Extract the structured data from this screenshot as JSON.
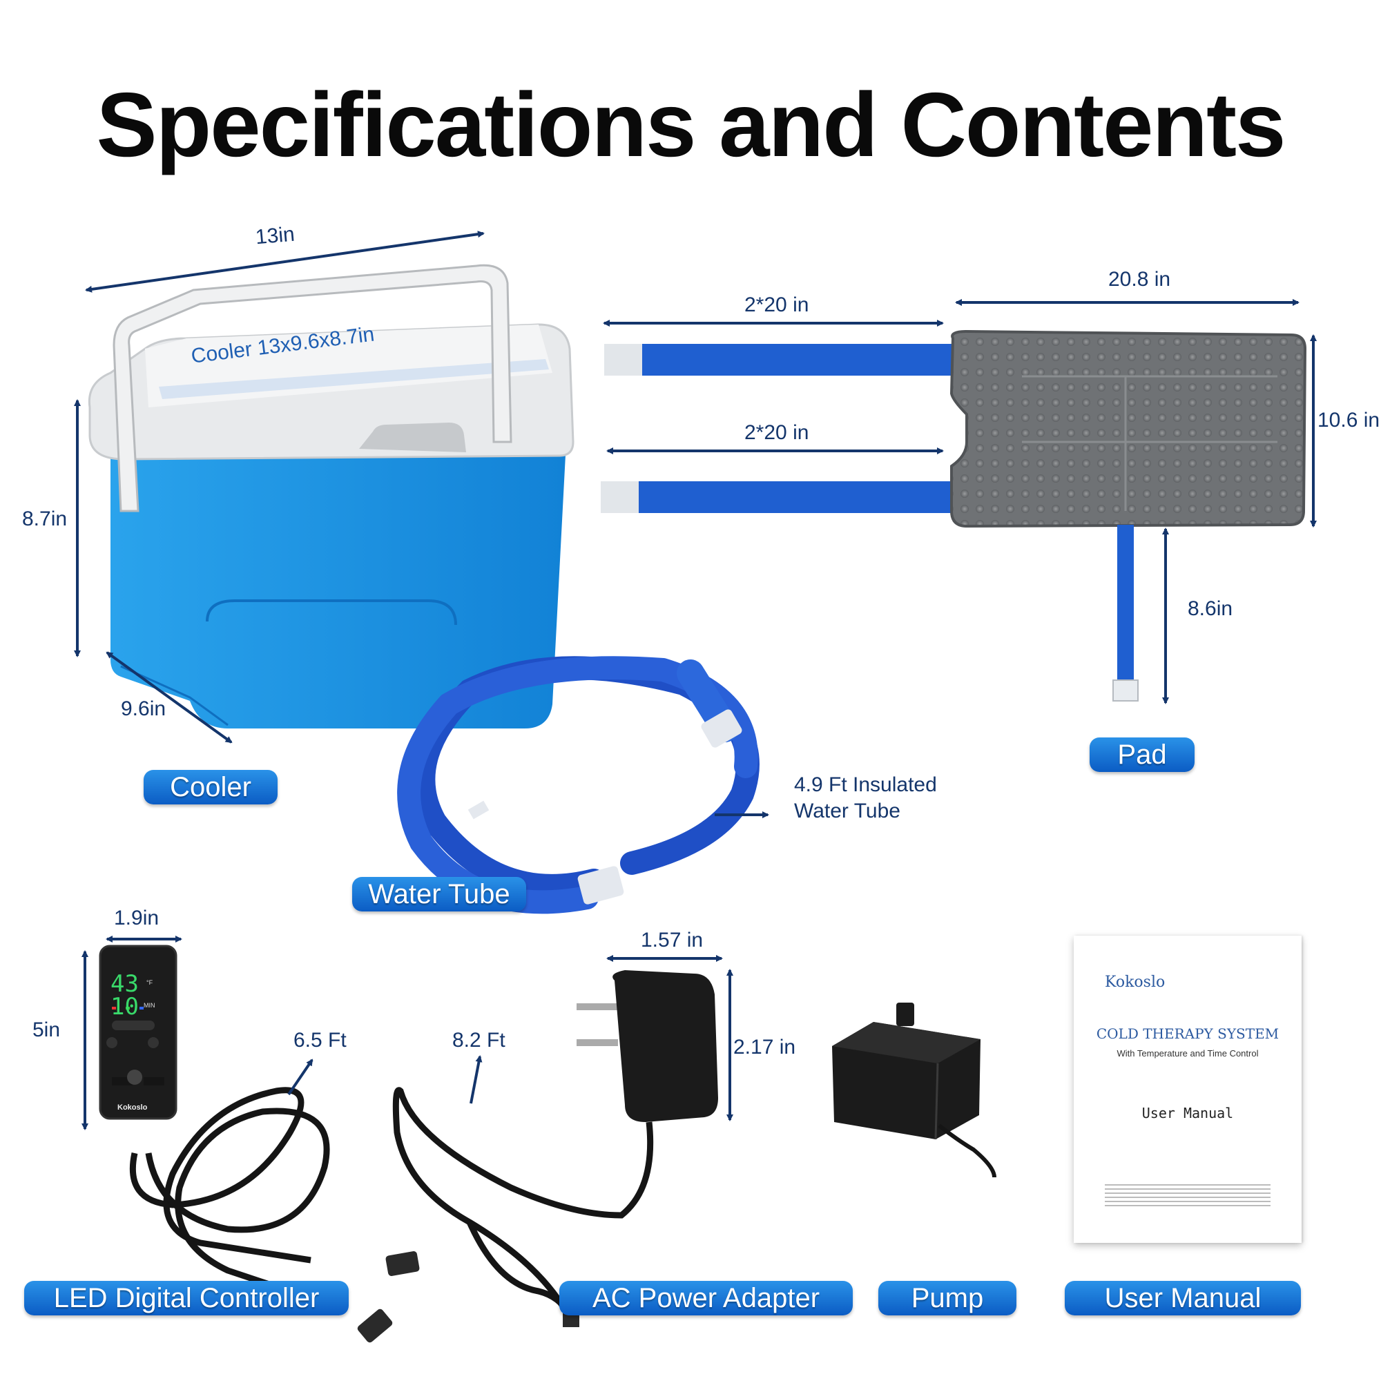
{
  "title": "Specifications and Contents",
  "colors": {
    "accent": "#1b78dc",
    "text": "#14356b",
    "cooler_blue": "#1f93e0",
    "tube_blue": "#1e4fc8",
    "pad_gray": "#6f7275"
  },
  "cooler": {
    "label": "Cooler",
    "lid_text": "Cooler 13x9.6x8.7in",
    "dims": {
      "width": "13in",
      "height": "8.7in",
      "depth": "9.6in"
    }
  },
  "pad": {
    "label": "Pad",
    "dims": {
      "strap_top": "2*20 in",
      "strap_bottom": "2*20 in",
      "width": "20.8 in",
      "height": "10.6 in",
      "tube": "8.6in"
    }
  },
  "water_tube": {
    "label": "Water Tube",
    "note_line1": "4.9 Ft Insulated",
    "note_line2": "Water Tube"
  },
  "controller": {
    "label": "LED Digital Controller",
    "dims": {
      "width": "1.9in",
      "height": "5in",
      "cable": "6.5 Ft"
    },
    "display_top": "43",
    "display_bottom": "10",
    "unit_top": "°F",
    "unit_bottom": "MIN",
    "brand": "Kokoslo"
  },
  "adapter": {
    "label": "AC Power Adapter",
    "dims": {
      "width": "1.57 in",
      "height": "2.17 in",
      "cable": "8.2 Ft"
    }
  },
  "pump": {
    "label": "Pump"
  },
  "manual": {
    "label": "User Manual",
    "brand": "Kokoslo",
    "system": "COLD THERAPY SYSTEM",
    "subtitle": "With Temperature and Time Control",
    "heading": "User Manual"
  }
}
